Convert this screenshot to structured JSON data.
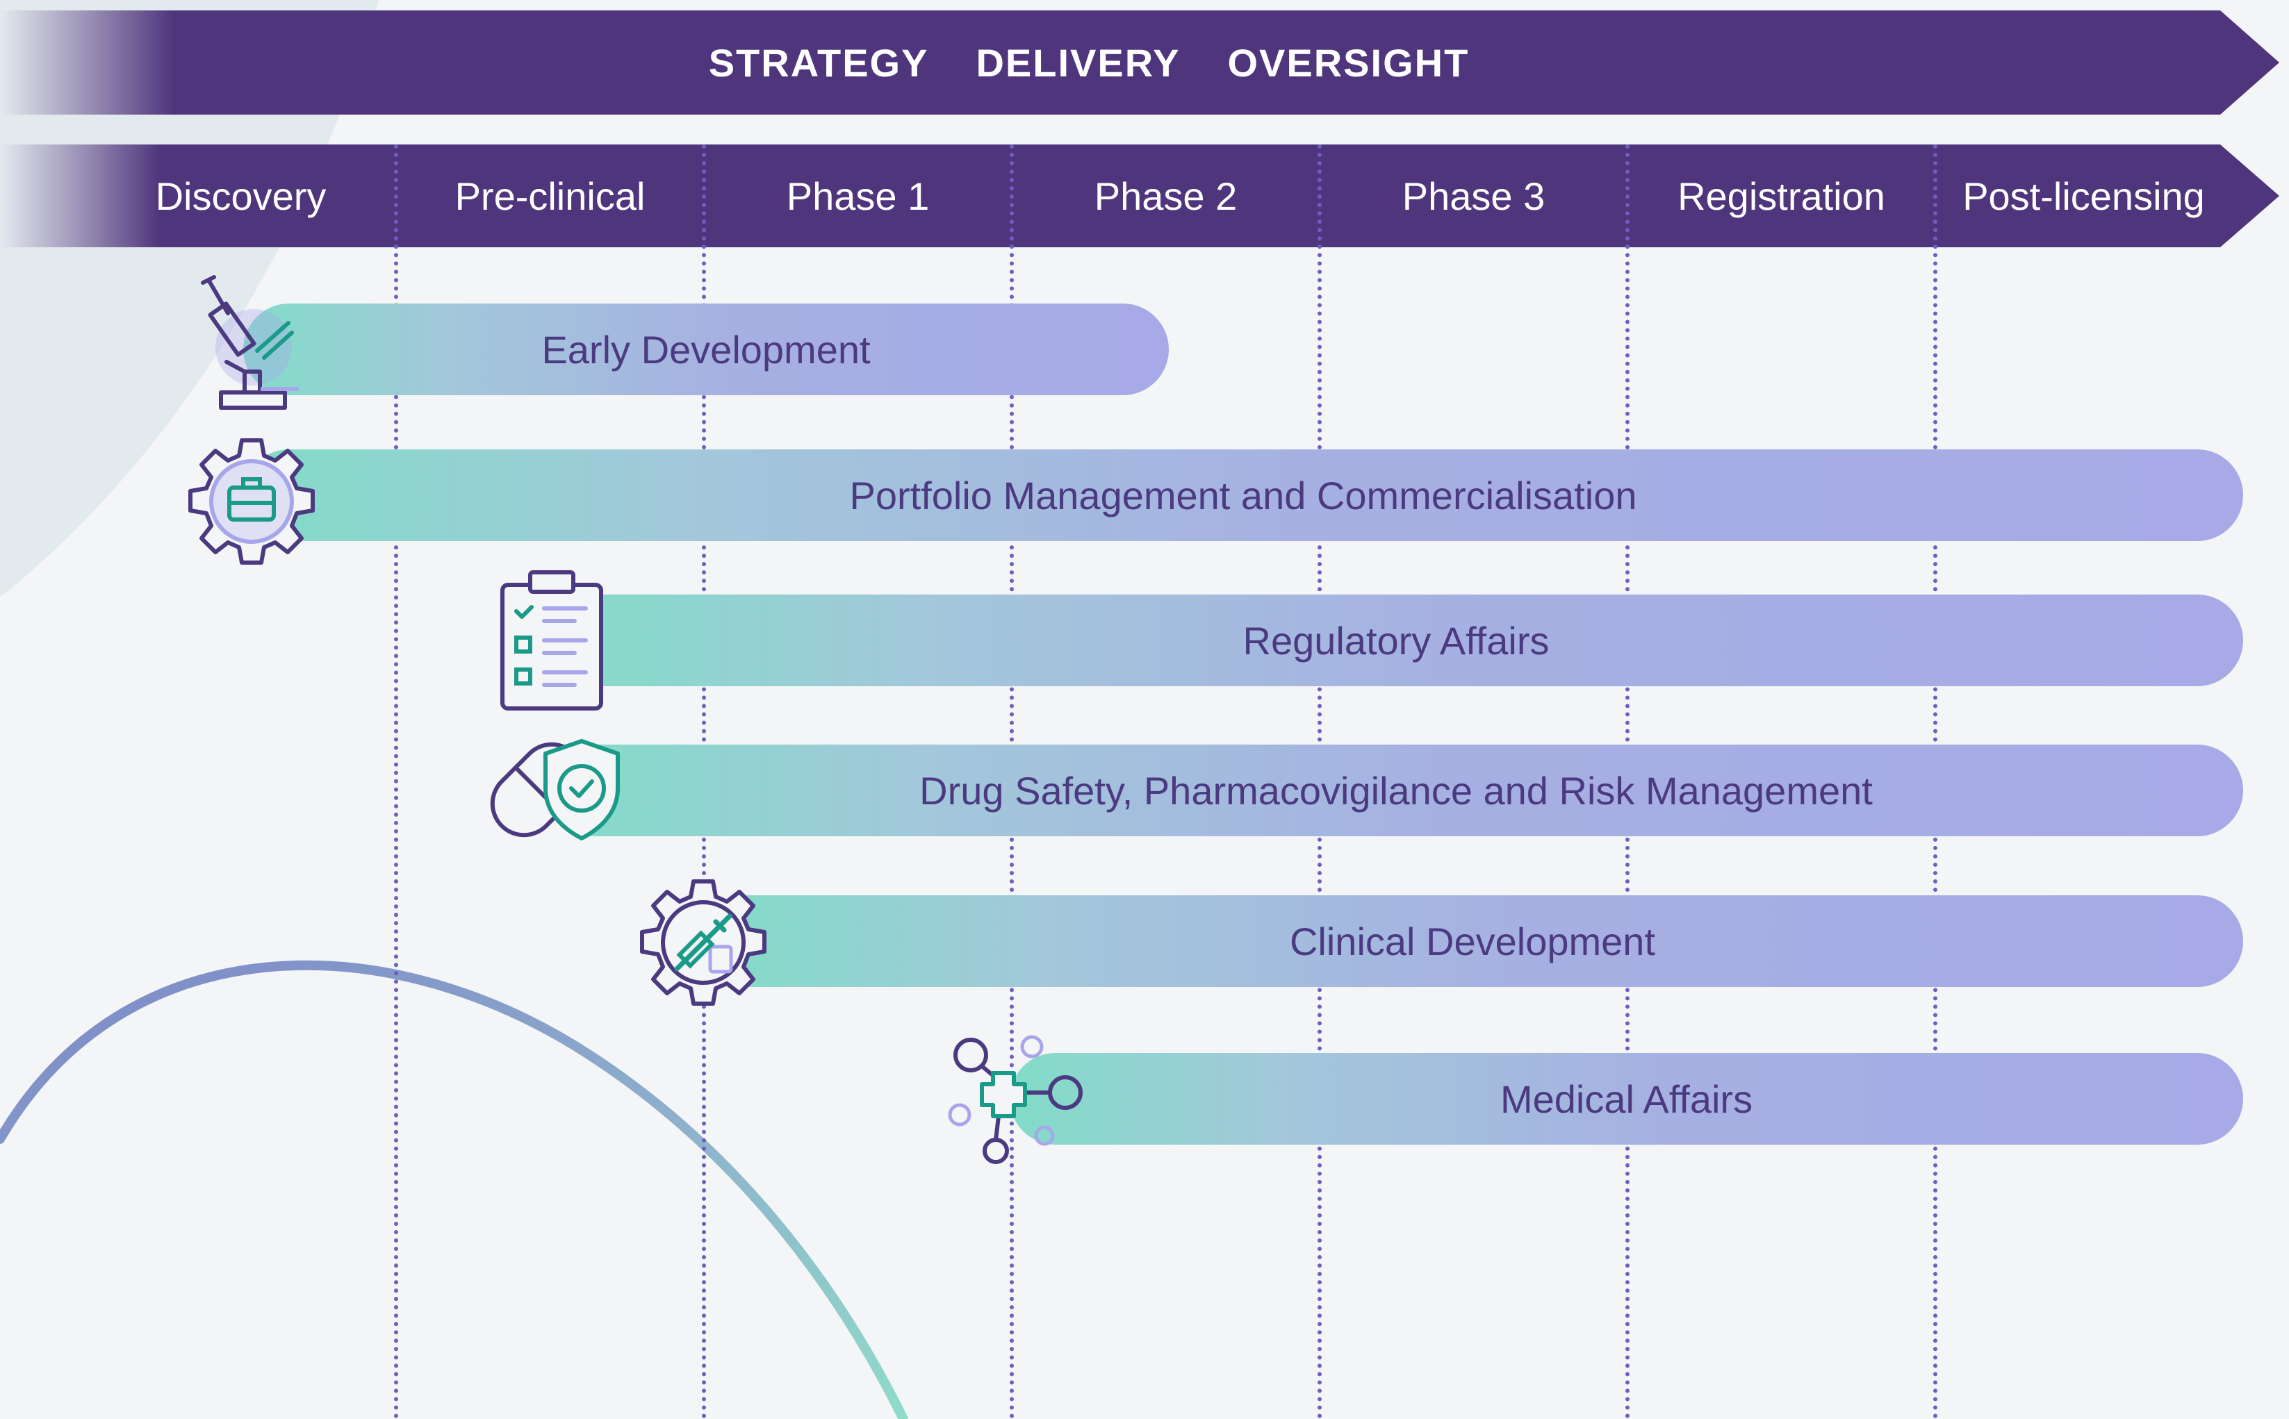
{
  "banner": {
    "words": [
      "STRATEGY",
      "DELIVERY",
      "OVERSIGHT"
    ]
  },
  "phases": [
    "Discovery",
    "Pre-clinical",
    "Phase 1",
    "Phase 2",
    "Phase 3",
    "Registration",
    "Post-licensing"
  ],
  "services": [
    {
      "label": "Early Development",
      "icon": "microscope-icon"
    },
    {
      "label": "Portfolio Management and Commercialisation",
      "icon": "gear-briefcase-icon"
    },
    {
      "label": "Regulatory Affairs",
      "icon": "clipboard-checklist-icon"
    },
    {
      "label": "Drug Safety, Pharmacovigilance and Risk Management",
      "icon": "pill-shield-icon"
    },
    {
      "label": "Clinical Development",
      "icon": "gear-syringe-icon"
    },
    {
      "label": "Medical Affairs",
      "icon": "medical-cross-network-icon"
    }
  ],
  "colors": {
    "banner": "#4f357c",
    "bar_start": "#82dcc8",
    "bar_end": "#a7aae6",
    "bar_text": "#4b3a80",
    "divider": "#6f5ec2",
    "icon_outline": "#4b3a80",
    "icon_teal": "#1a9a88",
    "icon_lavender": "#a8a6ea"
  }
}
